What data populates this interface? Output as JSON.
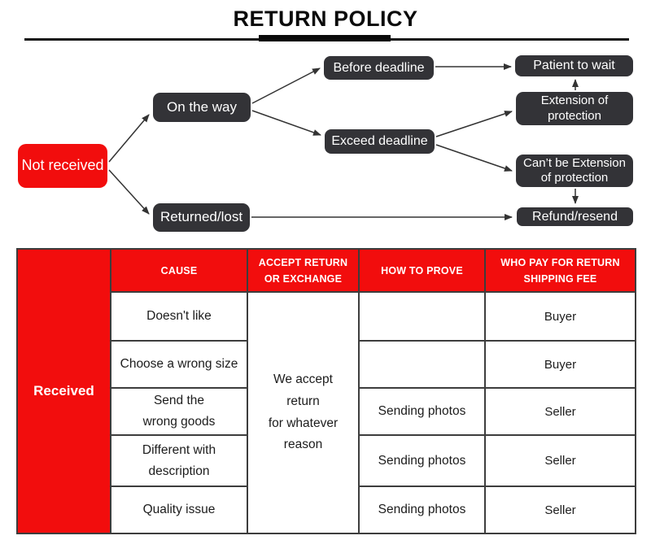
{
  "title": "RETURN POLICY",
  "colors": {
    "red": "#f20d0d",
    "dark": "#333337",
    "arrow": "#333333"
  },
  "flowchart": {
    "nodes": [
      {
        "id": "not-received",
        "label": "Not received"
      },
      {
        "id": "on-the-way",
        "label": "On the way"
      },
      {
        "id": "returned-lost",
        "label": "Returned/lost"
      },
      {
        "id": "before-deadline",
        "label": "Before deadline"
      },
      {
        "id": "exceed-deadline",
        "label": "Exceed deadline"
      },
      {
        "id": "patient-to-wait",
        "label": "Patient to wait"
      },
      {
        "id": "extension-of-protection",
        "label": "Extension of\nprotection"
      },
      {
        "id": "cant-be-extension",
        "label": "Can’t be Extension\nof protection"
      },
      {
        "id": "refund-resend",
        "label": "Refund/resend"
      }
    ],
    "edges": [
      {
        "from": "not-received",
        "to": "on-the-way"
      },
      {
        "from": "not-received",
        "to": "returned-lost"
      },
      {
        "from": "on-the-way",
        "to": "before-deadline"
      },
      {
        "from": "on-the-way",
        "to": "exceed-deadline"
      },
      {
        "from": "before-deadline",
        "to": "patient-to-wait"
      },
      {
        "from": "exceed-deadline",
        "to": "extension-of-protection"
      },
      {
        "from": "exceed-deadline",
        "to": "cant-be-extension"
      },
      {
        "from": "extension-of-protection",
        "to": "patient-to-wait"
      },
      {
        "from": "cant-be-extension",
        "to": "refund-resend"
      },
      {
        "from": "returned-lost",
        "to": "refund-resend"
      }
    ]
  },
  "table": {
    "row_header": "Received",
    "headers": [
      "CAUSE",
      "ACCEPT RETURN\nOR EXCHANGE",
      "HOW TO PROVE",
      "WHO PAY FOR RETURN\nSHIPPING FEE"
    ],
    "policy": "We accept\nreturn\nfor whatever\nreason",
    "rows": [
      {
        "cause": "Doesn't like",
        "prove": "",
        "payer": "Buyer"
      },
      {
        "cause": "Choose a wrong size",
        "prove": "",
        "payer": "Buyer"
      },
      {
        "cause": "Send the\nwrong goods",
        "prove": "Sending photos",
        "payer": "Seller"
      },
      {
        "cause": "Different with\ndescription",
        "prove": "Sending photos",
        "payer": "Seller"
      },
      {
        "cause": "Quality issue",
        "prove": "Sending photos",
        "payer": "Seller"
      }
    ]
  }
}
